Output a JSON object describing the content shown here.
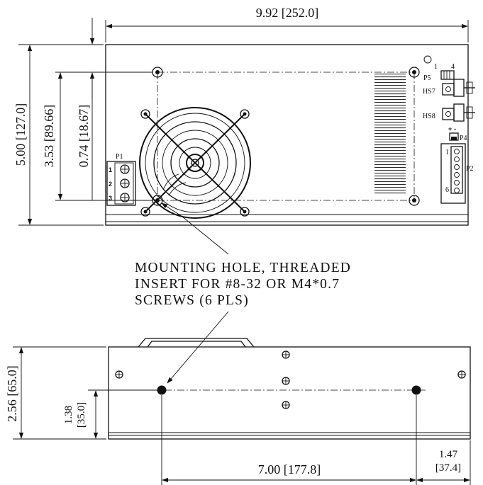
{
  "dimensions": {
    "overall_length": "9.92 [252.0]",
    "overall_width": "5.00 [127.0]",
    "hole_spacing_vertical": "3.53 [89.66]",
    "hole_offset_edge": "0.74 [18.67]",
    "height": "2.56 [65.0]",
    "side_hole_height_top": "1.38",
    "side_hole_height_bottom": "[35.0]",
    "side_hole_spacing": "7.00 [177.8]",
    "side_hole_offset_top": "1.47",
    "side_hole_offset_bottom": "[37.4]"
  },
  "connectors": {
    "p1": "P1",
    "p1_pins": [
      "1",
      "2",
      "3"
    ],
    "p2": "P2",
    "p2_pins": [
      "1",
      "6"
    ],
    "p4": "P4",
    "p4_pins": [
      "+",
      "-"
    ],
    "p5": "P5",
    "p5_pins": [
      "1",
      "4"
    ],
    "hs7": "HS7",
    "hs8": "HS8"
  },
  "callout": {
    "line1": "MOUNTING HOLE,  THREADED",
    "line2": "INSERT FOR #8-32 OR M4*0.7",
    "line3": "SCREWS (6 PLS)"
  }
}
